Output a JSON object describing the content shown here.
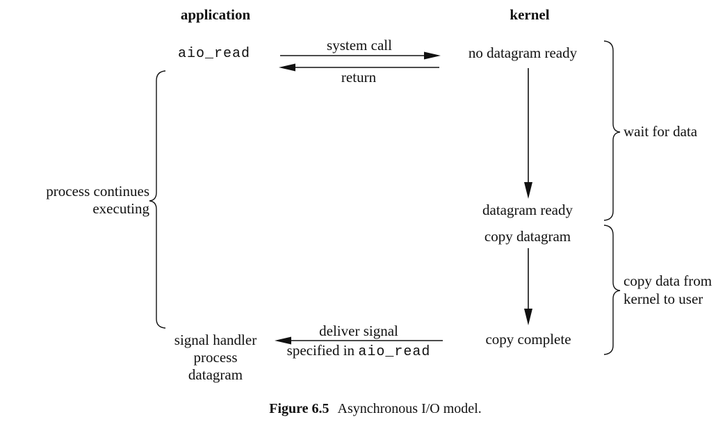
{
  "figure": {
    "headers": {
      "application": "application",
      "kernel": "kernel"
    },
    "application_column": {
      "call": "aio_read",
      "process_note": {
        "line1": "process continues",
        "line2": "executing"
      },
      "handler": {
        "line1": "signal handler",
        "line2": "process",
        "line3": "datagram"
      }
    },
    "kernel_column": {
      "state_no_datagram": "no datagram ready",
      "state_datagram_ready": "datagram ready",
      "state_copy_datagram": "copy datagram",
      "state_copy_complete": "copy complete"
    },
    "arrows": {
      "system_call": "system call",
      "return": "return",
      "deliver_signal": "deliver signal",
      "specified_in_prefix": "specified in ",
      "specified_in_code": "aio_read"
    },
    "braces": {
      "wait_for_data": "wait for data",
      "copy_data": {
        "line1": "copy data from",
        "line2": "kernel to user"
      }
    },
    "caption": {
      "label": "Figure 6.5",
      "text": "Asynchronous I/O model."
    },
    "colors": {
      "ink": "#111111",
      "background": "#ffffff"
    }
  }
}
